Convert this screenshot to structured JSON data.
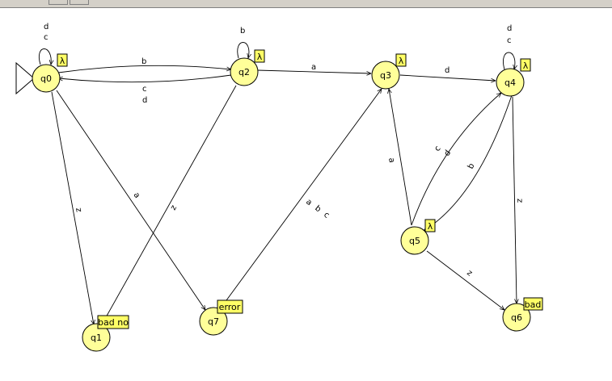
{
  "states": [
    {
      "id": "q0",
      "label": "q0",
      "initial": true,
      "note": "λ"
    },
    {
      "id": "q1",
      "label": "q1",
      "note": "bad no"
    },
    {
      "id": "q2",
      "label": "q2",
      "note": "λ"
    },
    {
      "id": "q3",
      "label": "q3",
      "note": "λ"
    },
    {
      "id": "q4",
      "label": "q4",
      "note": "λ"
    },
    {
      "id": "q5",
      "label": "q5",
      "note": "λ"
    },
    {
      "id": "q6",
      "label": "q6",
      "note": "bad"
    },
    {
      "id": "q7",
      "label": "q7",
      "note": "error"
    }
  ],
  "transitions": [
    {
      "from": "q0",
      "to": "q0",
      "labels": [
        "d",
        "c"
      ]
    },
    {
      "from": "q0",
      "to": "q2",
      "labels": [
        "b"
      ]
    },
    {
      "from": "q2",
      "to": "q0",
      "labels": [
        "c",
        "d"
      ]
    },
    {
      "from": "q0",
      "to": "q1",
      "labels": [
        "z"
      ]
    },
    {
      "from": "q0",
      "to": "q7",
      "labels": [
        "a"
      ]
    },
    {
      "from": "q2",
      "to": "q2",
      "labels": [
        "b"
      ]
    },
    {
      "from": "q2",
      "to": "q3",
      "labels": [
        "a"
      ]
    },
    {
      "from": "q2",
      "to": "q1",
      "labels": [
        "z"
      ]
    },
    {
      "from": "q3",
      "to": "q4",
      "labels": [
        "d"
      ]
    },
    {
      "from": "q7",
      "to": "q3",
      "labels": [
        "a",
        "b",
        "c"
      ]
    },
    {
      "from": "q4",
      "to": "q4",
      "labels": [
        "d",
        "c"
      ]
    },
    {
      "from": "q4",
      "to": "q6",
      "labels": [
        "z"
      ]
    },
    {
      "from": "q4",
      "to": "q5",
      "labels": [
        "b"
      ]
    },
    {
      "from": "q5",
      "to": "q4",
      "labels": [
        "c",
        "d"
      ]
    },
    {
      "from": "q5",
      "to": "q3",
      "labels": [
        "a"
      ]
    },
    {
      "from": "q5",
      "to": "q6",
      "labels": [
        "z"
      ]
    }
  ]
}
